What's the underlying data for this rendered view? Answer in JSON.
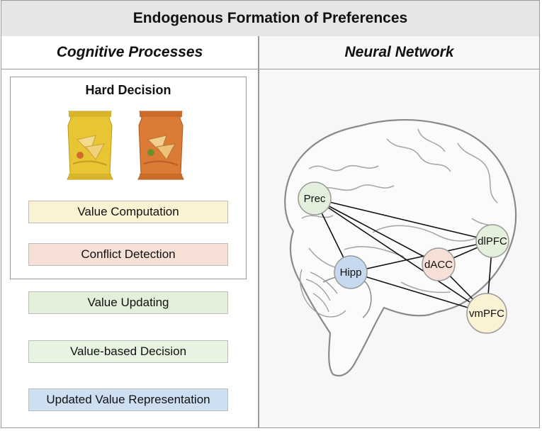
{
  "title": "Endogenous Formation of Preferences",
  "left_column": {
    "heading": "Cognitive Processes",
    "hard_decision": {
      "title": "Hard Decision",
      "options": [
        {
          "name": "yellow-chip-bag",
          "color": "#e8c533"
        },
        {
          "name": "orange-chip-bag",
          "color": "#db7b35"
        }
      ]
    },
    "steps": [
      {
        "label": "Value Computation",
        "color": "#fbf1d3"
      },
      {
        "label": "Conflict Detection",
        "color": "#f7e1d6"
      },
      {
        "label": "Value Updating",
        "color": "#e3efd9"
      },
      {
        "label": "Value-based Decision",
        "color": "#e8f3e1"
      },
      {
        "label": "Updated Value Representation",
        "color": "#cddff0"
      }
    ]
  },
  "right_column": {
    "heading": "Neural Network",
    "nodes": [
      {
        "id": "Prec",
        "label": "Prec",
        "color": "#e4f0dc"
      },
      {
        "id": "dlPFC",
        "label": "dlPFC",
        "color": "#e4f0dc"
      },
      {
        "id": "dACC",
        "label": "dACC",
        "color": "#f7e1d6"
      },
      {
        "id": "Hipp",
        "label": "Hipp",
        "color": "#c7d9ef"
      },
      {
        "id": "vmPFC",
        "label": "vmPFC",
        "color": "#fbf1d3"
      }
    ],
    "edges": [
      [
        "Prec",
        "dlPFC"
      ],
      [
        "Prec",
        "dACC"
      ],
      [
        "Prec",
        "Hipp"
      ],
      [
        "Prec",
        "vmPFC"
      ],
      [
        "dlPFC",
        "dACC"
      ],
      [
        "dlPFC",
        "vmPFC"
      ],
      [
        "dlPFC",
        "Hipp"
      ],
      [
        "dACC",
        "vmPFC"
      ],
      [
        "Hipp",
        "vmPFC"
      ]
    ]
  }
}
